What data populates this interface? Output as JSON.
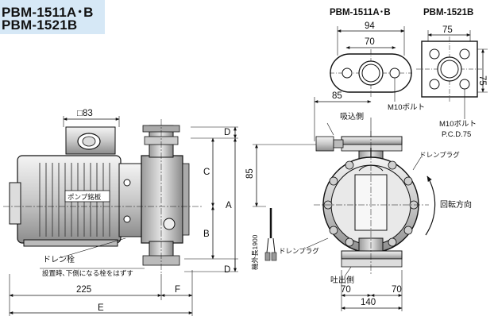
{
  "title": {
    "line1": "PBM-1511A･B",
    "line2": "PBM-1521B"
  },
  "flange_views": {
    "left_heading": "PBM-1511A･B",
    "right_heading": "PBM-1521B",
    "dims": {
      "left_width": "94",
      "left_pcd": "70",
      "right_width": "75",
      "right_height": "75"
    },
    "left_bolt": "M10ボルト",
    "right_bolt": "M10ボルト",
    "right_pcd": "P.C.D.75"
  },
  "side_view": {
    "dims": {
      "motor_square": "□83",
      "length_225": "225",
      "E": "E",
      "F": "F",
      "A": "A",
      "B": "B",
      "C": "C",
      "D_top": "D",
      "D_bottom": "D"
    },
    "nameplate": "ポンプ銘板",
    "drain_plug_label": "ドレン栓",
    "drain_note": "設置時､下側になる栓をはずす"
  },
  "front_view": {
    "dims": {
      "d85_top": "85",
      "d85_side": "85",
      "d70_left": "70",
      "d70_right": "70",
      "d140": "140"
    },
    "suction": "吸込側",
    "discharge": "吐出側",
    "drain_plug_right": "ドレンプラグ",
    "drain_plug_left": "ドレンプラグ",
    "rotation": "回転方向",
    "cable": "機外長1900"
  }
}
